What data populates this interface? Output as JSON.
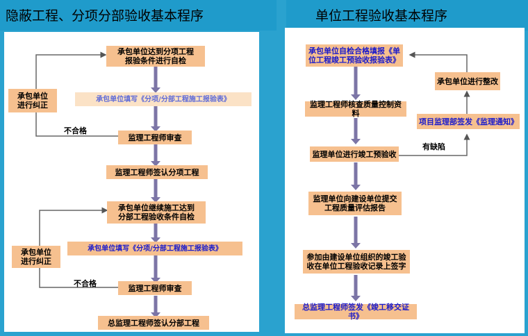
{
  "left": {
    "title": "隐蔽工程、分项分部验收基本程序",
    "boxes": {
      "b1": "承包单位达到分项工程\n报验条件进行自检",
      "b2": "承包单位填写《分项/分部工程施工报验表》",
      "b3": "监理工程师审查",
      "b4": "监理工程师签认分项工程",
      "b5": "承包单位继续施工达到\n分部工程验收条件自检",
      "b6": "承包单位填写《分项/分部工程施工报验表》",
      "b7": "监理工程师审查",
      "b8": "总监理工程师签认分部工程",
      "side1": "承包单位\n进行纠正",
      "side2": "承包单位\n进行纠正"
    },
    "labels": {
      "fail1": "不合格",
      "fail2": "不合格"
    }
  },
  "right": {
    "title": "单位工程验收基本程序",
    "boxes": {
      "r1": "承包单位自检合格填报《单\n位工程竣工预验收报验表》",
      "r2": "监理工程师核查质量控制资料",
      "r3": "监理单位进行竣工预验收",
      "r4": "监理单位向建设单位提交\n工程质量评估报告",
      "r5": "参加由建设单位组织的竣工验\n收在单位工程验收记录上签字",
      "r6": "总监理工程师签发《竣工移交证书》",
      "r7": "承包单位进行整改",
      "r8": "项目监理部签发《监理通知》"
    },
    "labels": {
      "defect": "有缺陷"
    }
  },
  "colors": {
    "box": "#f6c08f",
    "arrow": "#7c75a6",
    "header": "#1f9bcb",
    "background": "#2aa2cf"
  }
}
